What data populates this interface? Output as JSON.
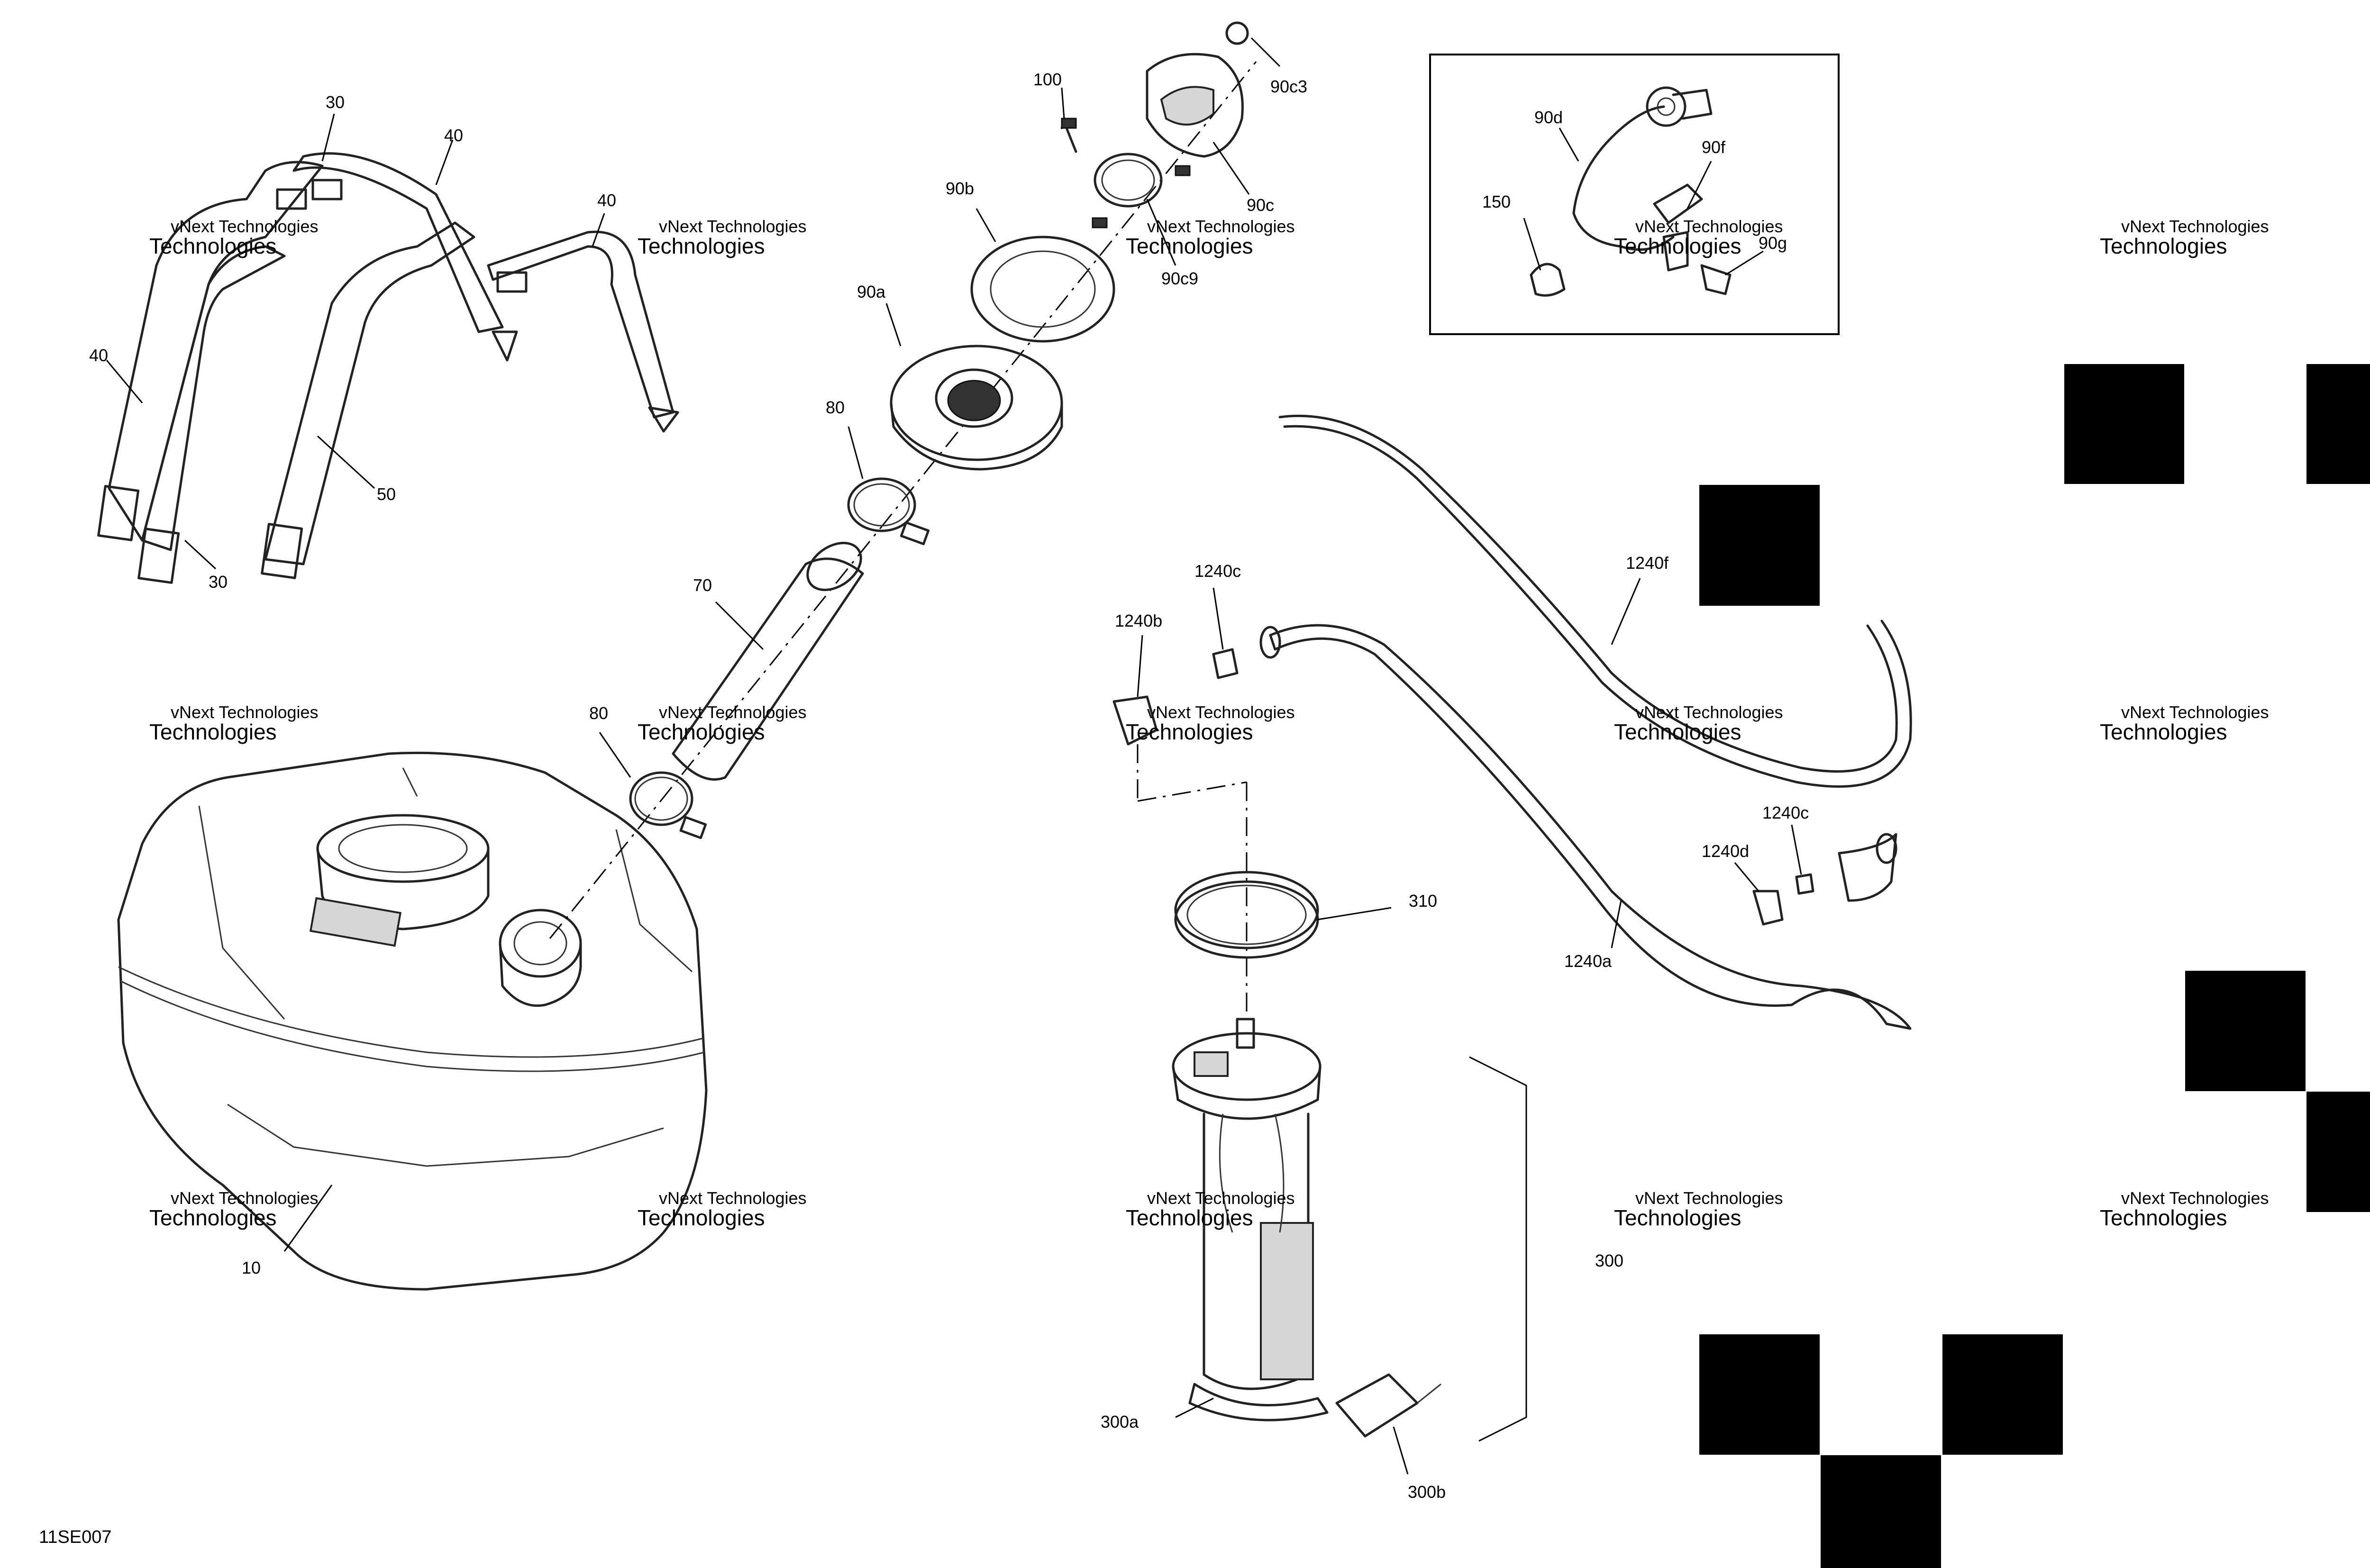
{
  "drawing_code": "11SE007",
  "watermark": {
    "line1": "vNext Technologies",
    "line2": "Technologies"
  },
  "callouts": {
    "c30_top": "30",
    "c40_top": "40",
    "c40_mid": "40",
    "c40_left": "40",
    "c50": "50",
    "c30_bottom": "30",
    "c100": "100",
    "c90c3": "90c3",
    "c90c": "90c",
    "c90b": "90b",
    "c90c9": "90c9",
    "c90a": "90a",
    "c80_upper": "80",
    "c70": "70",
    "c80_lower": "80",
    "c10": "10",
    "c90d": "90d",
    "c90f": "90f",
    "c150": "150",
    "c90g": "90g",
    "c1240c_top": "1240c",
    "c1240b": "1240b",
    "c1240f": "1240f",
    "c1240c_right": "1240c",
    "c1240d": "1240d",
    "c1240a": "1240a",
    "c310": "310",
    "c300": "300",
    "c300a": "300a",
    "c300b": "300b"
  },
  "colors": {
    "line": "#222222",
    "watermark": "#bdbdbd",
    "block": "#000000",
    "fill": "#d6d6d6"
  }
}
